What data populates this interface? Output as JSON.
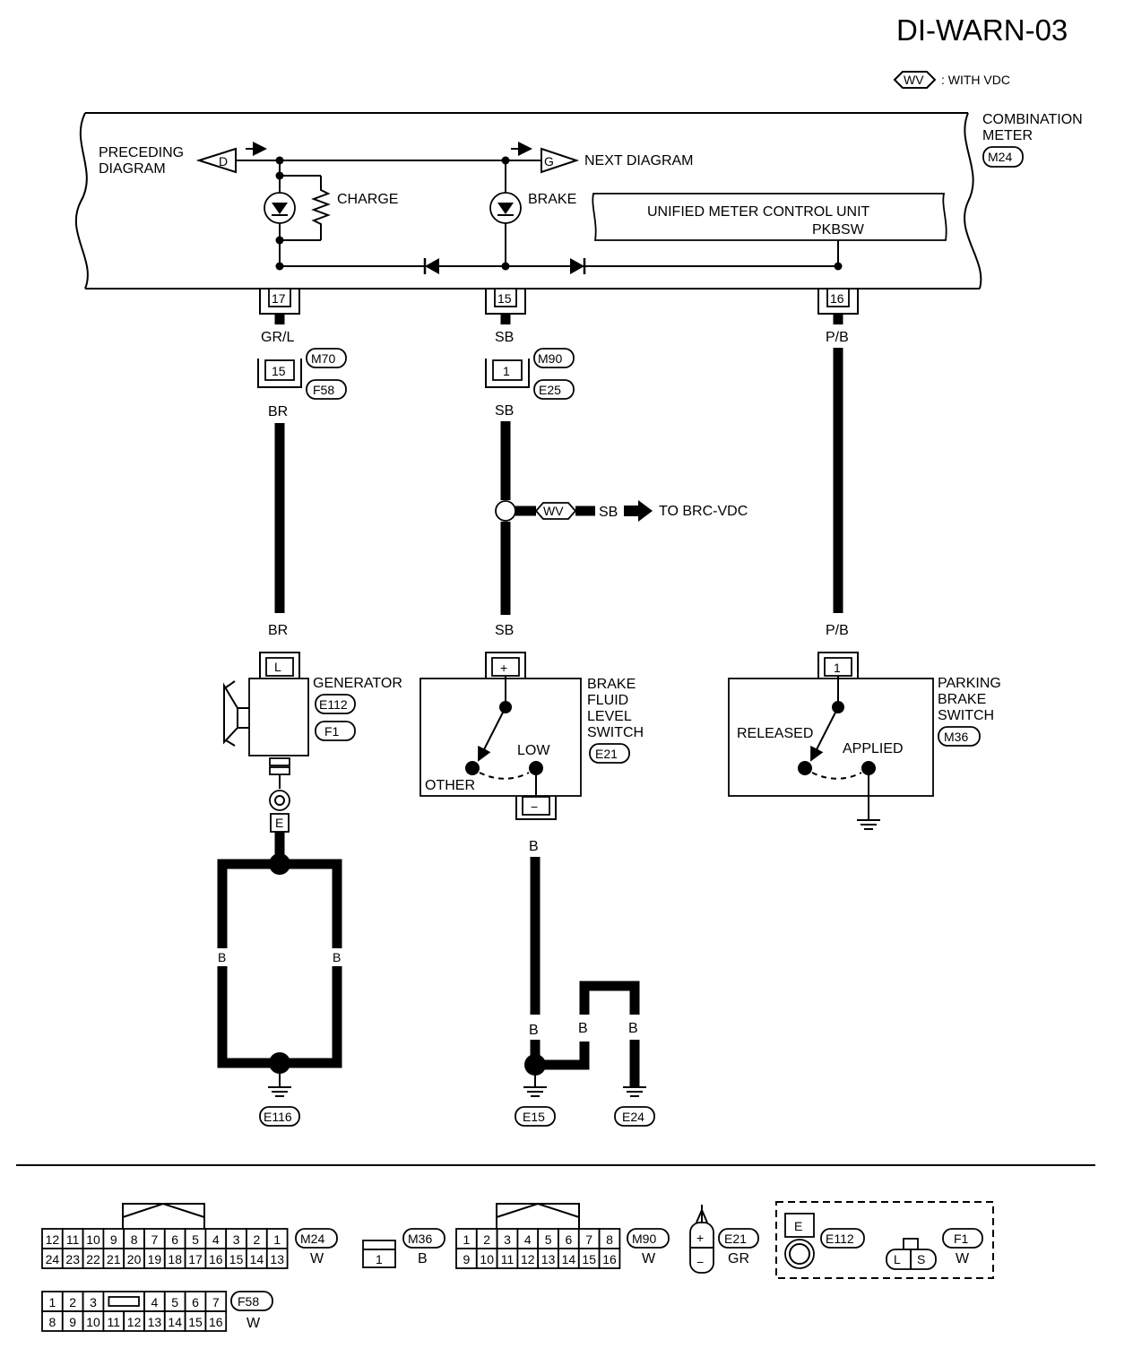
{
  "page_code": "DI-WARN-03",
  "legend": {
    "tag": "WV",
    "text": ": WITH VDC"
  },
  "meter": {
    "title_line1": "COMBINATION",
    "title_line2": "METER",
    "connector": "M24",
    "preceding_line1": "PRECEDING",
    "preceding_line2": "DIAGRAM",
    "preceding_tag": "D",
    "next_tag": "G",
    "next_text": "NEXT DIAGRAM",
    "charge_label": "CHARGE",
    "brake_label": "BRAKE",
    "unit_line1": "UNIFIED METER CONTROL UNIT",
    "unit_line2": "PKBSW",
    "pins": [
      "17",
      "15",
      "16"
    ]
  },
  "wires": {
    "left_top": "GR/L",
    "left_mid": "BR",
    "left_bot": "BR",
    "mid_top": "SB",
    "mid_mid": "SB",
    "mid_bot": "SB",
    "right_top": "P/B",
    "right_bot": "P/B",
    "ground_b": "B"
  },
  "joint_connectors": {
    "left_pin": "15",
    "left_top": "M70",
    "left_bot": "F58",
    "mid_pin": "1",
    "mid_top": "M90",
    "mid_bot": "E25"
  },
  "vdc_branch": {
    "tag": "WV",
    "wire": "SB",
    "text": "TO BRC-VDC"
  },
  "generator": {
    "name": "GENERATOR",
    "conn1": "E112",
    "conn2": "F1",
    "pin_l": "L",
    "pin_e": "E"
  },
  "brake_fluid": {
    "line1": "BRAKE",
    "line2": "FLUID",
    "line3": "LEVEL",
    "line4": "SWITCH",
    "connector": "E21",
    "pin_plus": "+",
    "pin_minus": "−",
    "low": "LOW",
    "other": "OTHER"
  },
  "parking_brake": {
    "line1": "PARKING",
    "line2": "BRAKE",
    "line3": "SWITCH",
    "connector": "M36",
    "pin": "1",
    "released": "RELEASED",
    "applied": "APPLIED"
  },
  "grounds": [
    "E116",
    "E15",
    "E24"
  ],
  "connector_views": {
    "m24": {
      "id": "M24",
      "color": "W",
      "top": [
        "12",
        "11",
        "10",
        "9",
        "8",
        "7",
        "6",
        "5",
        "4",
        "3",
        "2",
        "1"
      ],
      "bottom": [
        "24",
        "23",
        "22",
        "21",
        "20",
        "19",
        "18",
        "17",
        "16",
        "15",
        "14",
        "13"
      ]
    },
    "m36": {
      "id": "M36",
      "color": "B",
      "pins": [
        "1"
      ]
    },
    "m90": {
      "id": "M90",
      "color": "W",
      "top": [
        "1",
        "2",
        "3",
        "4",
        "5",
        "6",
        "7",
        "8"
      ],
      "bottom": [
        "9",
        "10",
        "11",
        "12",
        "13",
        "14",
        "15",
        "16"
      ]
    },
    "e21": {
      "id": "E21",
      "color": "GR",
      "top": "+",
      "bottom": "−"
    },
    "e112": {
      "id": "E112",
      "pin": "E"
    },
    "f1": {
      "id": "F1",
      "color": "W",
      "pins": [
        "L",
        "S"
      ]
    },
    "f58": {
      "id": "F58",
      "color": "W",
      "top": [
        "1",
        "2",
        "3",
        "",
        "4",
        "5",
        "6",
        "7"
      ],
      "bottom": [
        "8",
        "9",
        "10",
        "11",
        "12",
        "13",
        "14",
        "15",
        "16"
      ]
    }
  }
}
